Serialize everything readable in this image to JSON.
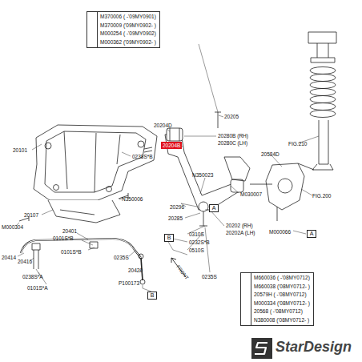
{
  "diagram": {
    "nodes": [
      {
        "text": [
          "M370006 ( -'09MY0901)",
          "M370009 ('09MY0902- )",
          "M000254 ( -'09MY0902)",
          "M000362 ('09MY0902- )"
        ]
      },
      {
        "text": [
          "20204B"
        ]
      },
      {
        "text": [
          "A"
        ]
      },
      {
        "text": [
          "A"
        ]
      },
      {
        "text": [
          "B"
        ]
      },
      {
        "text": [
          "B"
        ]
      },
      {
        "text": [
          "M660036 ( -'08MY0712)",
          "M660038 ('08MY0712- )",
          "20579H ( -'08MY0712)",
          "M000334 ('08MY0712- )",
          "20568 ( -'08MY0712)",
          "N380008 ('08MY0712- )"
        ]
      }
    ],
    "labels": [
      "20205",
      "20204D",
      "20280B (RH)",
      "20280C (LH)",
      "FIG.210",
      "20584D",
      "N350023",
      "M030007",
      "FIG.200",
      "M000066",
      "20101",
      "0238S*B",
      "M000304",
      "20107",
      "N350006",
      "20296",
      "20285",
      "20202 (RH)",
      "20202A (LH)",
      "0310S",
      "0232S*B",
      "0510S",
      "0235S",
      "20401",
      "0101S*B",
      "0101S*B",
      "0235S",
      "20414",
      "20416",
      "0238S*A",
      "0101S*A",
      "20420",
      "P100173",
      "FRONT",
      "StarDesign"
    ]
  }
}
